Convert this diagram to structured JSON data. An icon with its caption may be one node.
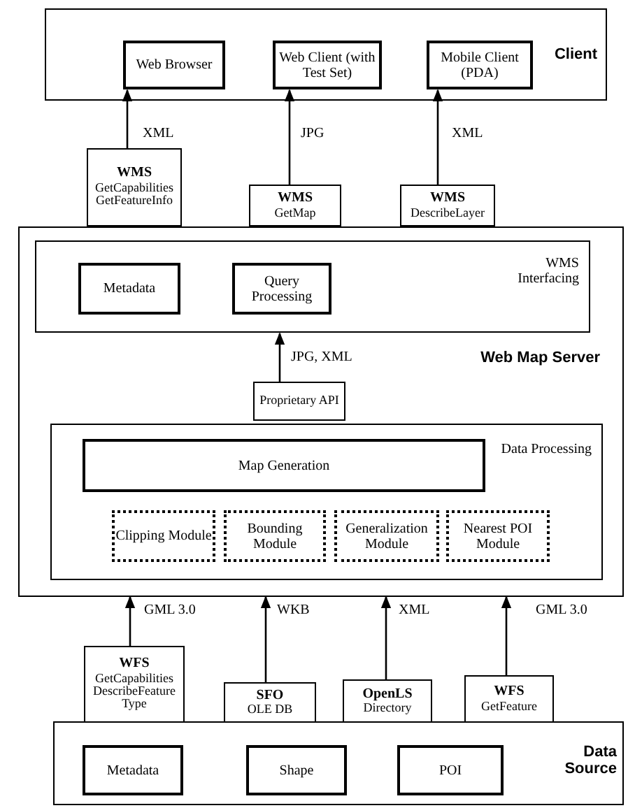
{
  "diagram": {
    "nodes": [
      {
        "text": [
          "Client"
        ]
      },
      {
        "text": [
          "Web Browser"
        ],
        "in": 0
      },
      {
        "text": [
          "Web Client (with Test Set)"
        ],
        "in": 0
      },
      {
        "text": [
          "Mobile Client (PDA)"
        ],
        "in": 0
      },
      {
        "text": [
          "WMS",
          "GetCapabilities GetFeatureInfo"
        ]
      },
      {
        "text": [
          "WMS",
          "GetMap"
        ]
      },
      {
        "text": [
          "WMS",
          "DescribeLayer"
        ]
      },
      {
        "text": [
          "Web Map Server"
        ]
      },
      {
        "text": [
          "WMS Interfacing"
        ],
        "in": 7
      },
      {
        "text": [
          "Metadata"
        ],
        "in": 8
      },
      {
        "text": [
          "Query Processing"
        ],
        "in": 8
      },
      {
        "text": [
          "Proprietary API"
        ],
        "in": 7
      },
      {
        "text": [
          "Data Processing"
        ],
        "in": 7
      },
      {
        "text": [
          "Map Generation"
        ],
        "in": 12
      },
      {
        "text": [
          "Clipping Module"
        ],
        "in": 12
      },
      {
        "text": [
          "Bounding Module"
        ],
        "in": 12
      },
      {
        "text": [
          "Generalization Module"
        ],
        "in": 12
      },
      {
        "text": [
          "Nearest POI Module"
        ],
        "in": 12
      },
      {
        "text": [
          "WFS",
          "GetCapabilities DescribeFeature Type"
        ]
      },
      {
        "text": [
          "SFO",
          "OLE DB"
        ]
      },
      {
        "text": [
          "OpenLS",
          "Directory"
        ]
      },
      {
        "text": [
          "WFS",
          "GetFeature"
        ]
      },
      {
        "text": [
          "Data Source"
        ]
      },
      {
        "text": [
          "Metadata"
        ],
        "in": 22
      },
      {
        "text": [
          "Shape"
        ],
        "in": 22
      },
      {
        "text": [
          "POI"
        ],
        "in": 22
      }
    ],
    "edges": [
      {
        "from": 4,
        "to": 1,
        "arrow": "to",
        "label": "XML"
      },
      {
        "from": 5,
        "to": 2,
        "arrow": "to",
        "label": "JPG"
      },
      {
        "from": 6,
        "to": 3,
        "arrow": "to",
        "label": "XML"
      },
      {
        "from": 11,
        "to": 8,
        "arrow": "to",
        "label": "JPG, XML"
      },
      {
        "from": 18,
        "to": 7,
        "arrow": "to",
        "label": "GML 3.0"
      },
      {
        "from": 19,
        "to": 7,
        "arrow": "to",
        "label": "WKB"
      },
      {
        "from": 20,
        "to": 7,
        "arrow": "to",
        "label": "XML"
      },
      {
        "from": 21,
        "to": 7,
        "arrow": "to",
        "label": "GML 3.0"
      }
    ]
  }
}
